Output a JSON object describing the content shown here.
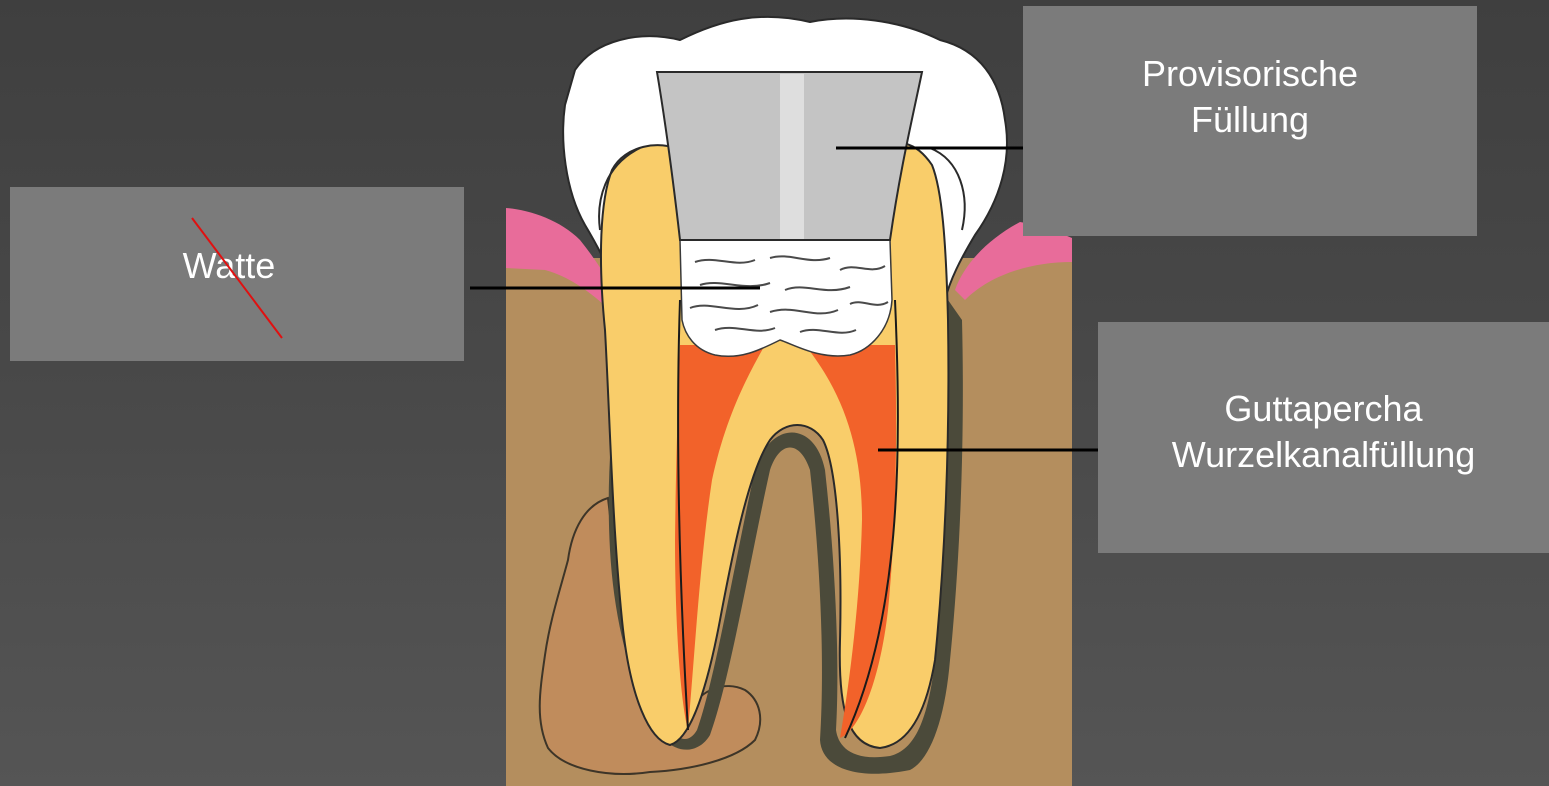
{
  "labels": {
    "watte": "Watte",
    "provisorische_fuellung": "Provisorische\nFüllung",
    "guttapercha": "Guttapercha\nWurzelkanalfüllung"
  },
  "colors": {
    "background": "#474747",
    "label_box": "#7b7b7b",
    "label_text": "#ffffff",
    "bone": "#b48e5e",
    "gum": "#e86c9a",
    "dentin": "#f9cd6a",
    "enamel": "#ffffff",
    "temporary_filling": "#c4c4c4",
    "cotton": "#ffffff",
    "gutta_percha": "#f2622a",
    "periodontal_ligament": "#4b4a3a",
    "abscess": "#c08c5c",
    "strike_line": "#e01010"
  }
}
